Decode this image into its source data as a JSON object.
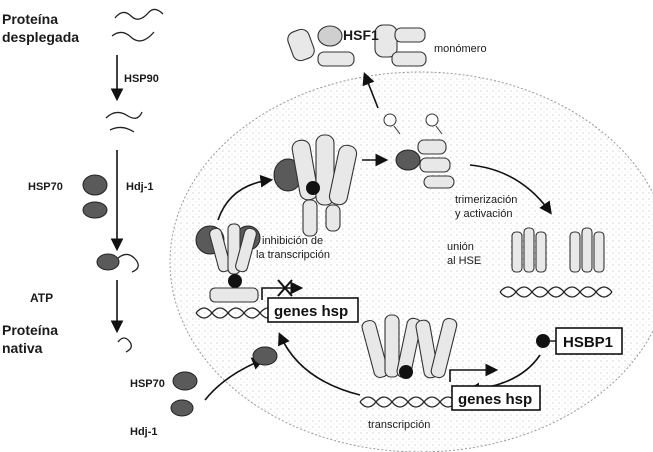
{
  "labels": {
    "unfolded_protein": [
      "Proteína",
      "desplegada"
    ],
    "hsp90": "HSP90",
    "hsp70_left": "HSP70",
    "hdj1_left": "Hdj-1",
    "atp": "ATP",
    "native_protein": [
      "Proteína",
      "nativa"
    ],
    "hsp70_bottom": "HSP70",
    "hdj1_bottom": "Hdj-1",
    "hsf1": "HSF1",
    "monomer": "monómero",
    "trimerization": [
      "trimerización",
      "y activación"
    ],
    "hse_binding": [
      "unión",
      "al HSE"
    ],
    "inhibition": [
      "inhibición de",
      "la transcripción"
    ],
    "genes_hsp_inhibited": "genes hsp",
    "genes_hsp_active": "genes hsp",
    "hsbp1": "HSBP1",
    "transcription": "transcripción"
  }
}
